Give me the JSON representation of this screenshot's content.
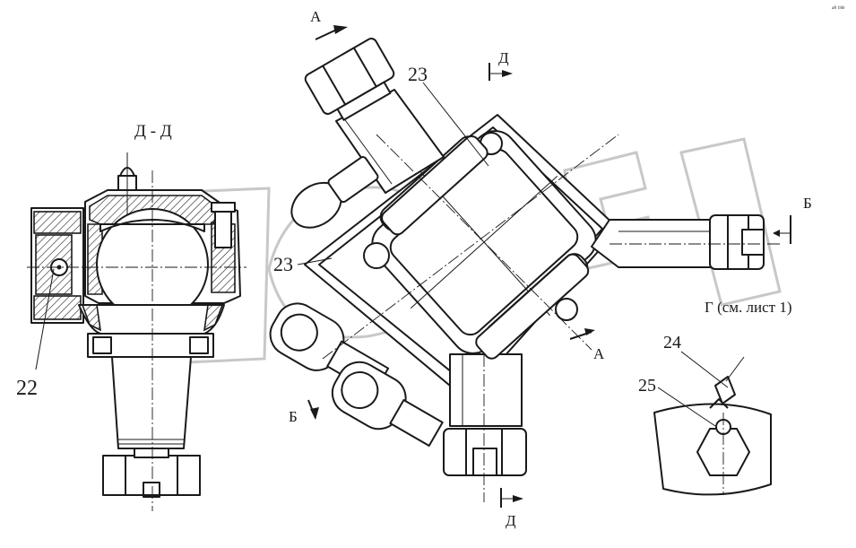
{
  "drawing": {
    "section_title": "Д - Д",
    "callouts": {
      "c22": "22",
      "c23a": "23",
      "c23b": "23",
      "c24": "24",
      "c25": "25"
    },
    "section_marks": {
      "a_top": "А",
      "a_right": "А",
      "d_top": "Д",
      "d_bottom": "Д",
      "b_right": "Б",
      "b_left": "Б"
    },
    "view_g_label": "Г (см. лист 1)",
    "corner_mark": "ᵃ⁸ ᵇᵇᵇ"
  }
}
